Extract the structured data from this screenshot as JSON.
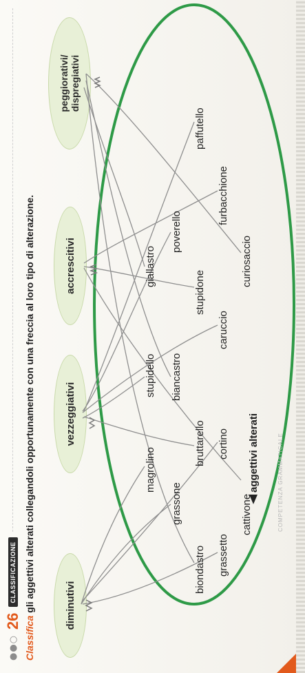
{
  "header": {
    "dots": "●●○",
    "exercise_number": "26",
    "tag": "CLASSIFICAZIONE"
  },
  "instruction": {
    "lead": "Classifica",
    "rest": " gli aggettivi alterati collegandoli opportunamente con una freccia al loro tipo di alterazione."
  },
  "categories": [
    {
      "label": "diminutivi"
    },
    {
      "label": "vezzeggiativi"
    },
    {
      "label": "accrescitivi"
    },
    {
      "line1": "peggiorativi/",
      "line2": "dispregiativi"
    }
  ],
  "words": [
    "magrolino",
    "stupidello",
    "giallastro",
    "grassone",
    "biancastro",
    "poverello",
    "biondastro",
    "bruttarello",
    "stupidone",
    "paffutello",
    "grassetto",
    "cortino",
    "caruccio",
    "furbacchione",
    "cattivone",
    "curiosaccio"
  ],
  "ellipse_label": "aggettivi alterati",
  "footer": {
    "text": "COMPETENZA GRAMMATICALE"
  },
  "colors": {
    "accent": "#e25a1c",
    "ellipse": "#2e9a47",
    "pill": "#e8f0d7",
    "pencil": "#8e8e8e"
  }
}
